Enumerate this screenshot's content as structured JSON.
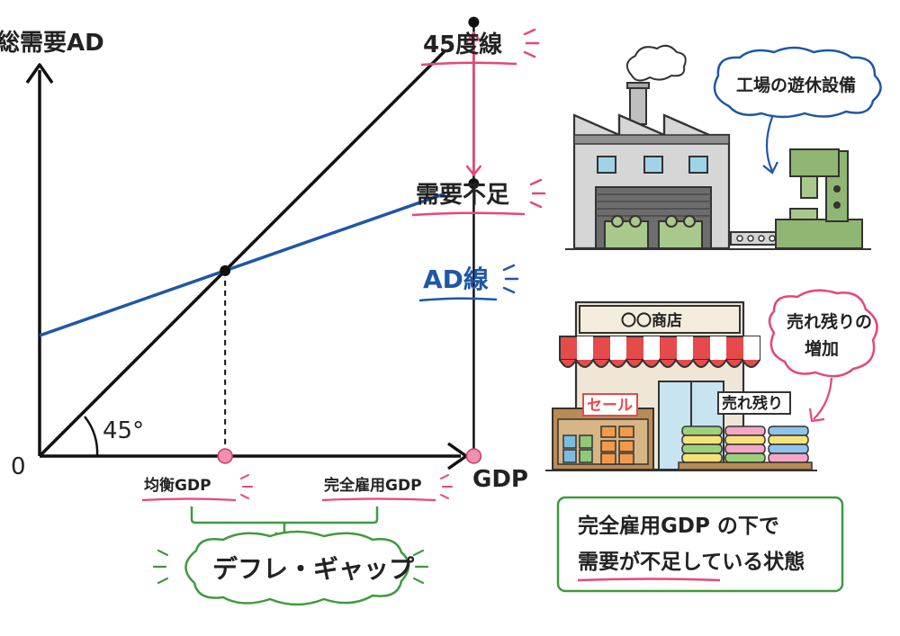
{
  "chart_data": {
    "type": "line",
    "ylabel": "総需要AD",
    "xlabel": "GDP",
    "origin_label": "0",
    "angle_label": "45°",
    "series": [
      {
        "name": "45度線",
        "slope": 1.0,
        "intercept": 0
      },
      {
        "name": "AD線",
        "slope": 0.35,
        "intercept": 100
      }
    ],
    "x_points": [
      {
        "label": "均衡GDP",
        "x": 154
      },
      {
        "label": "完全雇用GDP",
        "x": 360
      }
    ],
    "gap_label": "需要不足",
    "gap_name": "デフレ・ギャップ"
  },
  "factory": {
    "bubble_text": "工場の遊休設備"
  },
  "shop": {
    "sign": "〇〇商店",
    "sale_tag": "セール",
    "leftover_tag": "売れ残り",
    "bubble_line1": "売れ残りの",
    "bubble_line2": "増加"
  },
  "note": {
    "line1": "完全雇用GDP の下で",
    "line2": "需要が不足している状態"
  },
  "colors": {
    "axis": "#111111",
    "ad_line": "#1f57a6",
    "gap_arrow": "#e8457d",
    "underline_pink": "#e8457d",
    "green": "#3e9b3c",
    "pink_dot": "#f08fb0"
  }
}
